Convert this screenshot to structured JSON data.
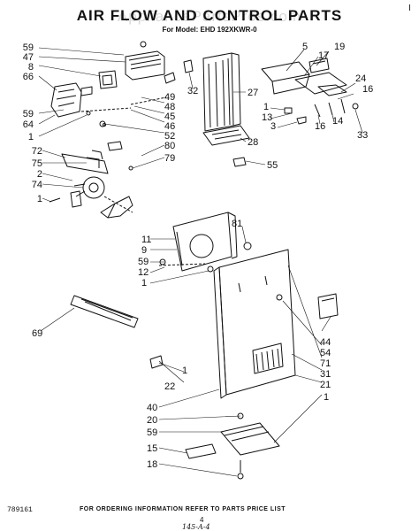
{
  "header": {
    "title": "AIR FLOW AND CONTROL PARTS",
    "watermark": "AppliancePartsPros.com",
    "model_line": "For Model: EHD 192XKWR-0",
    "corner_mark": "I"
  },
  "callouts": [
    "59",
    "47",
    "8",
    "66",
    "59",
    "64",
    "1",
    "72",
    "75",
    "2",
    "74",
    "1",
    "49",
    "48",
    "45",
    "46",
    "52",
    "80",
    "79",
    "32",
    "27",
    "28",
    "5",
    "19",
    "17",
    "1",
    "13",
    "3",
    "16",
    "24",
    "16",
    "14",
    "33",
    "55",
    "81",
    "11",
    "9",
    "59",
    "12",
    "1",
    "69",
    "44",
    "54",
    "71",
    "31",
    "21",
    "1",
    "40",
    "22",
    "1",
    "20",
    "59",
    "15",
    "18"
  ],
  "footer": {
    "diagram_number": "789161",
    "ordering_note": "FOR ORDERING INFORMATION REFER TO PARTS PRICE LIST",
    "page_number": "4",
    "handwritten_ref": "145-A-4"
  },
  "colors": {
    "ink": "#111111",
    "background": "#ffffff"
  }
}
